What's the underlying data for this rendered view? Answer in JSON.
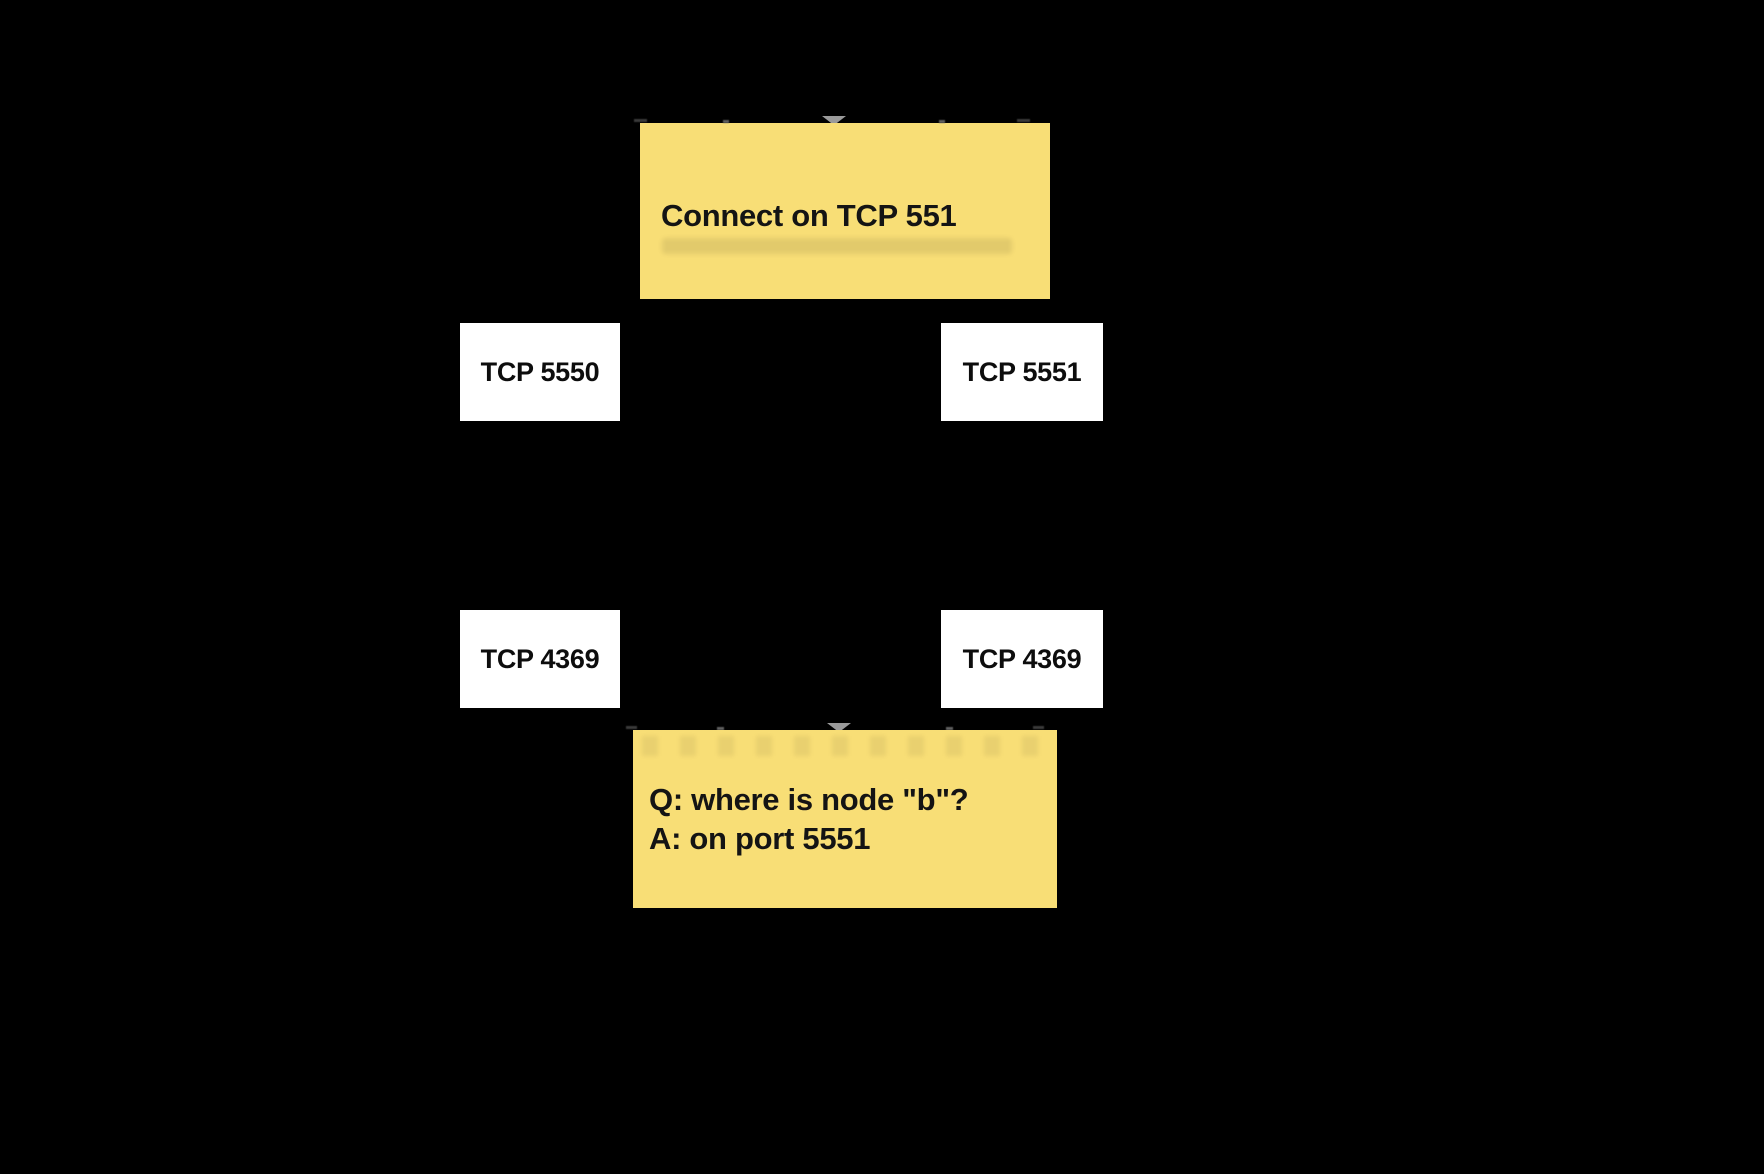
{
  "diagram": {
    "background": "#000000",
    "note_color": "#f8de76",
    "port_box_color": "#ffffff",
    "text_color": "#141414",
    "connect_note": {
      "text": "Connect on TCP 551"
    },
    "qa_note": {
      "line1": "Q: where is node \"b\"?",
      "line2": "A: on port 5551"
    },
    "ports": [
      {
        "label": "TCP 5550"
      },
      {
        "label": "TCP 5551"
      },
      {
        "label": "TCP 4369"
      },
      {
        "label": "TCP 4369"
      }
    ]
  }
}
